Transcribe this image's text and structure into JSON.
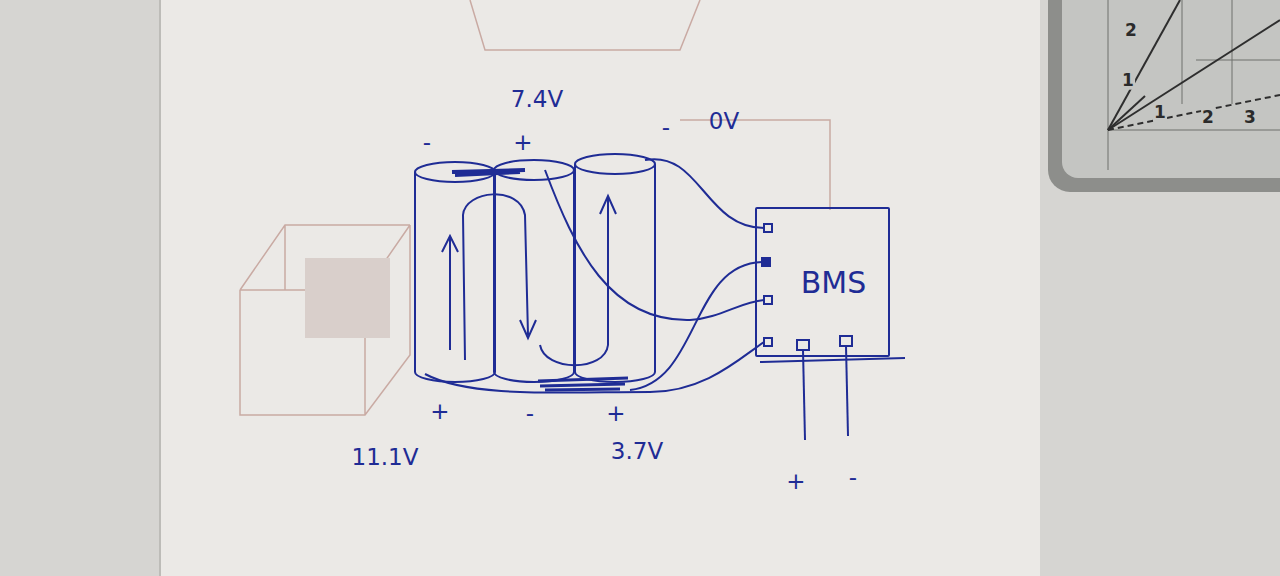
{
  "diagram": {
    "nodes": [
      {
        "text": [
          "BMS"
        ]
      }
    ],
    "labels": [
      "2",
      "1",
      "7.4V",
      "1",
      "2",
      "3",
      "0V",
      "-",
      "-",
      "+",
      "+",
      "-",
      "+",
      "11.1V",
      "3.7V",
      "+",
      "-"
    ]
  }
}
